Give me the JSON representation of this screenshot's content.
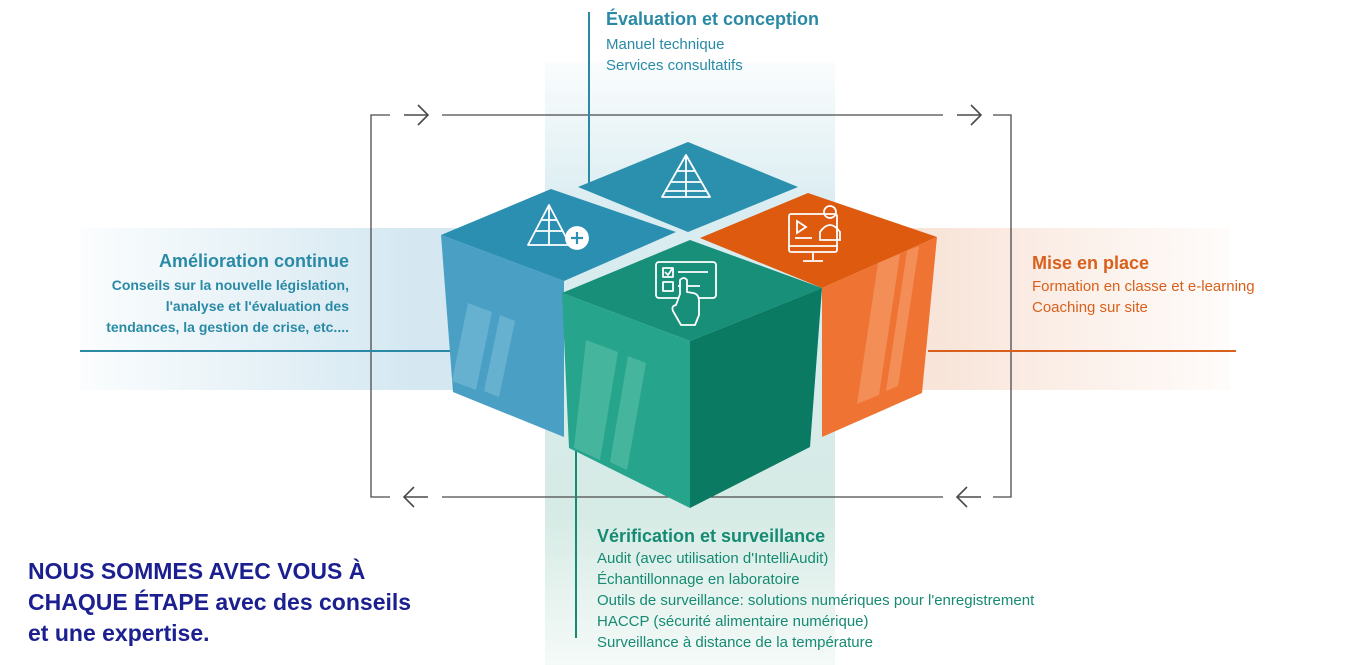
{
  "top": {
    "title": "Évaluation et conception",
    "lines": [
      "Manuel technique",
      "Services consultatifs"
    ]
  },
  "left": {
    "title": "Amélioration continue",
    "lines": [
      "Conseils sur la nouvelle législation,",
      "l'analyse et l'évaluation des",
      "tendances, la gestion de crise,  etc...."
    ]
  },
  "right": {
    "title": "Mise en place",
    "lines": [
      "Formation en classe et e-learning",
      "Coaching sur site"
    ]
  },
  "bottom": {
    "title": "Vérification et surveillance",
    "lines": [
      "Audit (avec utilisation d'IntelliAudit)",
      "Échantillonnage en laboratoire",
      "Outils de surveillance: solutions numériques pour l'enregistrement",
      "HACCP (sécurité alimentaire numérique)",
      "Surveillance à distance de la température"
    ]
  },
  "slogan": {
    "line1": "NOUS SOMMES AVEC VOUS À",
    "line2_caps": "CHAQUE ÉTAPE",
    "line2_rest": " avec des conseils",
    "line3": "et une expertise."
  },
  "colors": {
    "teal": "#2a8aa6",
    "green": "#168a73",
    "orange": "#d8601c",
    "navy": "#1b1f8f"
  },
  "icons": [
    "pyramid-icon",
    "pyramid-plus-icon",
    "video-presentation-icon",
    "touch-checklist-icon",
    "arrow-right-icon",
    "arrow-left-icon"
  ]
}
